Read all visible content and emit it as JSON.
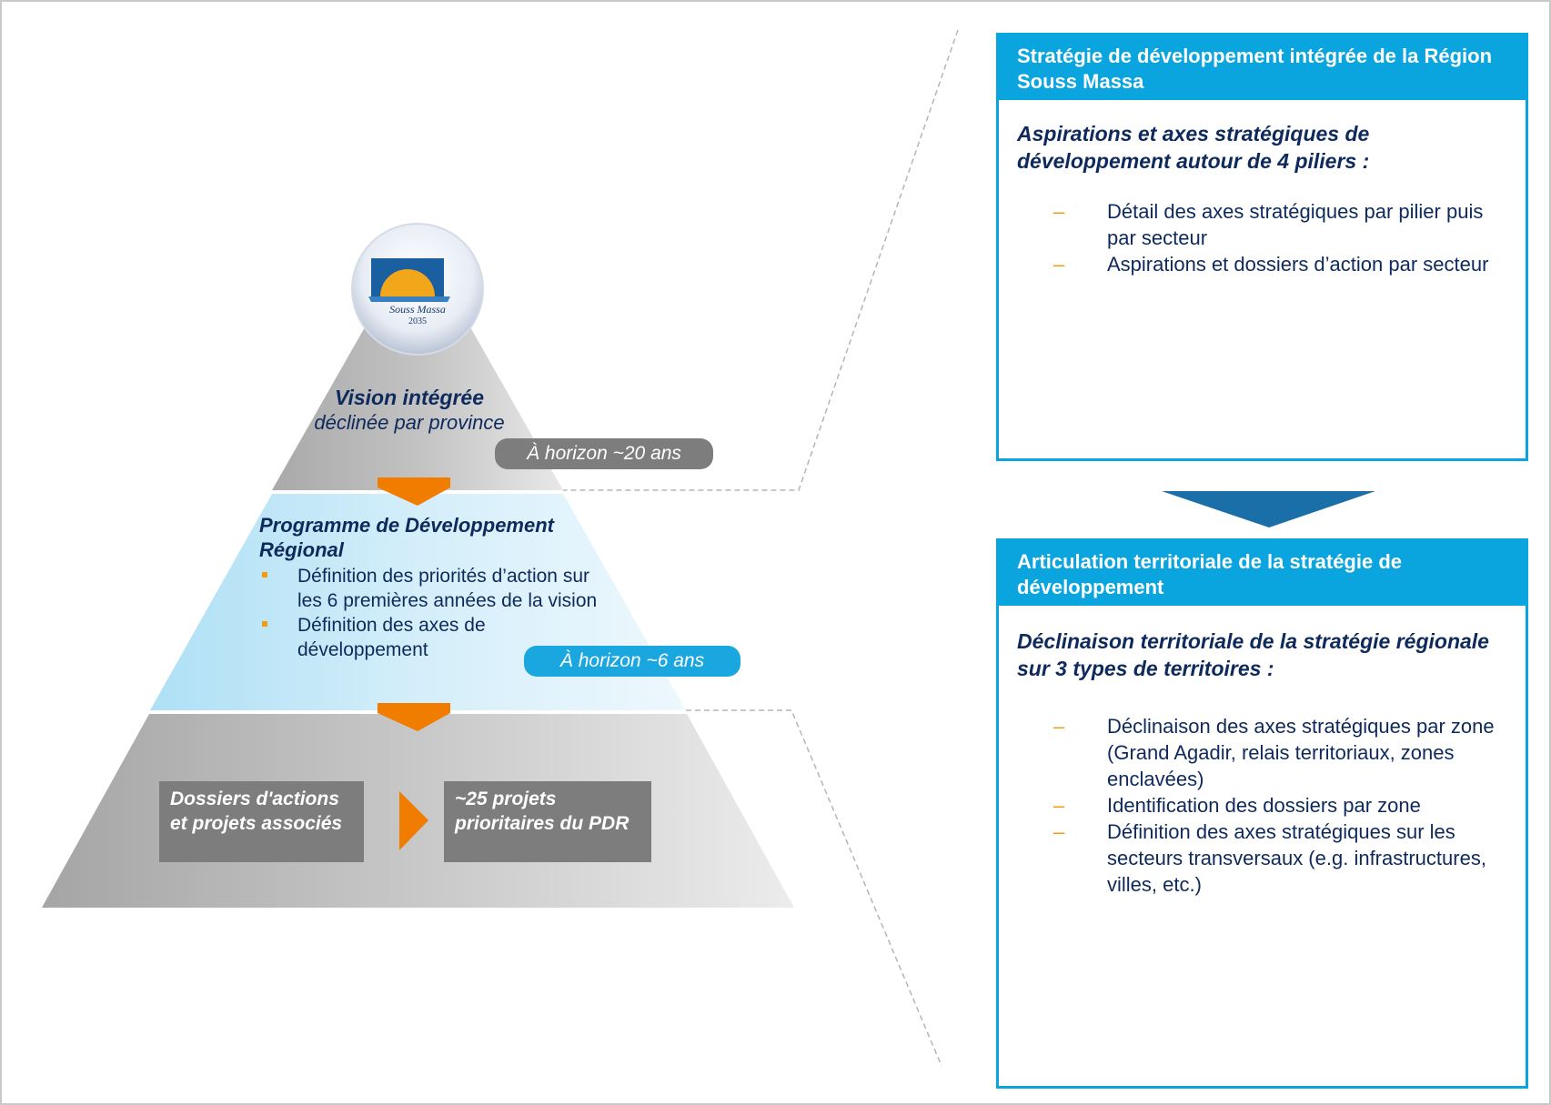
{
  "pyramid": {
    "logo": {
      "text": "Souss Massa",
      "year": "2035"
    },
    "vision_title": "Vision intégrée",
    "vision_subtitle": "déclinée par province",
    "horizon_20": "À horizon ~20 ans",
    "pdr_title": "Programme de Développement Régional",
    "pdr_bullets": [
      "Définition des priorités d’action sur les 6 premières années de la vision",
      "Définition des axes de développement"
    ],
    "horizon_6": "À horizon ~6 ans",
    "box_left": "Dossiers d'actions et projets associés",
    "box_right": "~25 projets prioritaires du PDR"
  },
  "panel_strategy": {
    "header": "Stratégie de développement intégrée de la Région Souss Massa",
    "subtitle": "Aspirations et axes stratégiques de développement autour de 4 piliers :",
    "items": [
      "Détail des axes stratégiques par pilier puis par secteur",
      "Aspirations et dossiers d’action par secteur"
    ]
  },
  "panel_territorial": {
    "header": "Articulation territoriale de la stratégie de développement",
    "subtitle": "Déclinaison territoriale de la stratégie régionale sur 3 types de territoires :",
    "items": [
      "Déclinaison des axes stratégiques par zone (Grand Agadir, relais territoriaux, zones enclavées)",
      "Identification des dossiers par zone",
      "Définition des axes stratégiques sur les secteurs transversaux (e.g. infrastructures, villes, etc.)"
    ]
  },
  "colors": {
    "accent_blue": "#0aa5df",
    "orange": "#f07d00",
    "navy": "#0e2a5c",
    "gray": "#7d7d7d"
  }
}
